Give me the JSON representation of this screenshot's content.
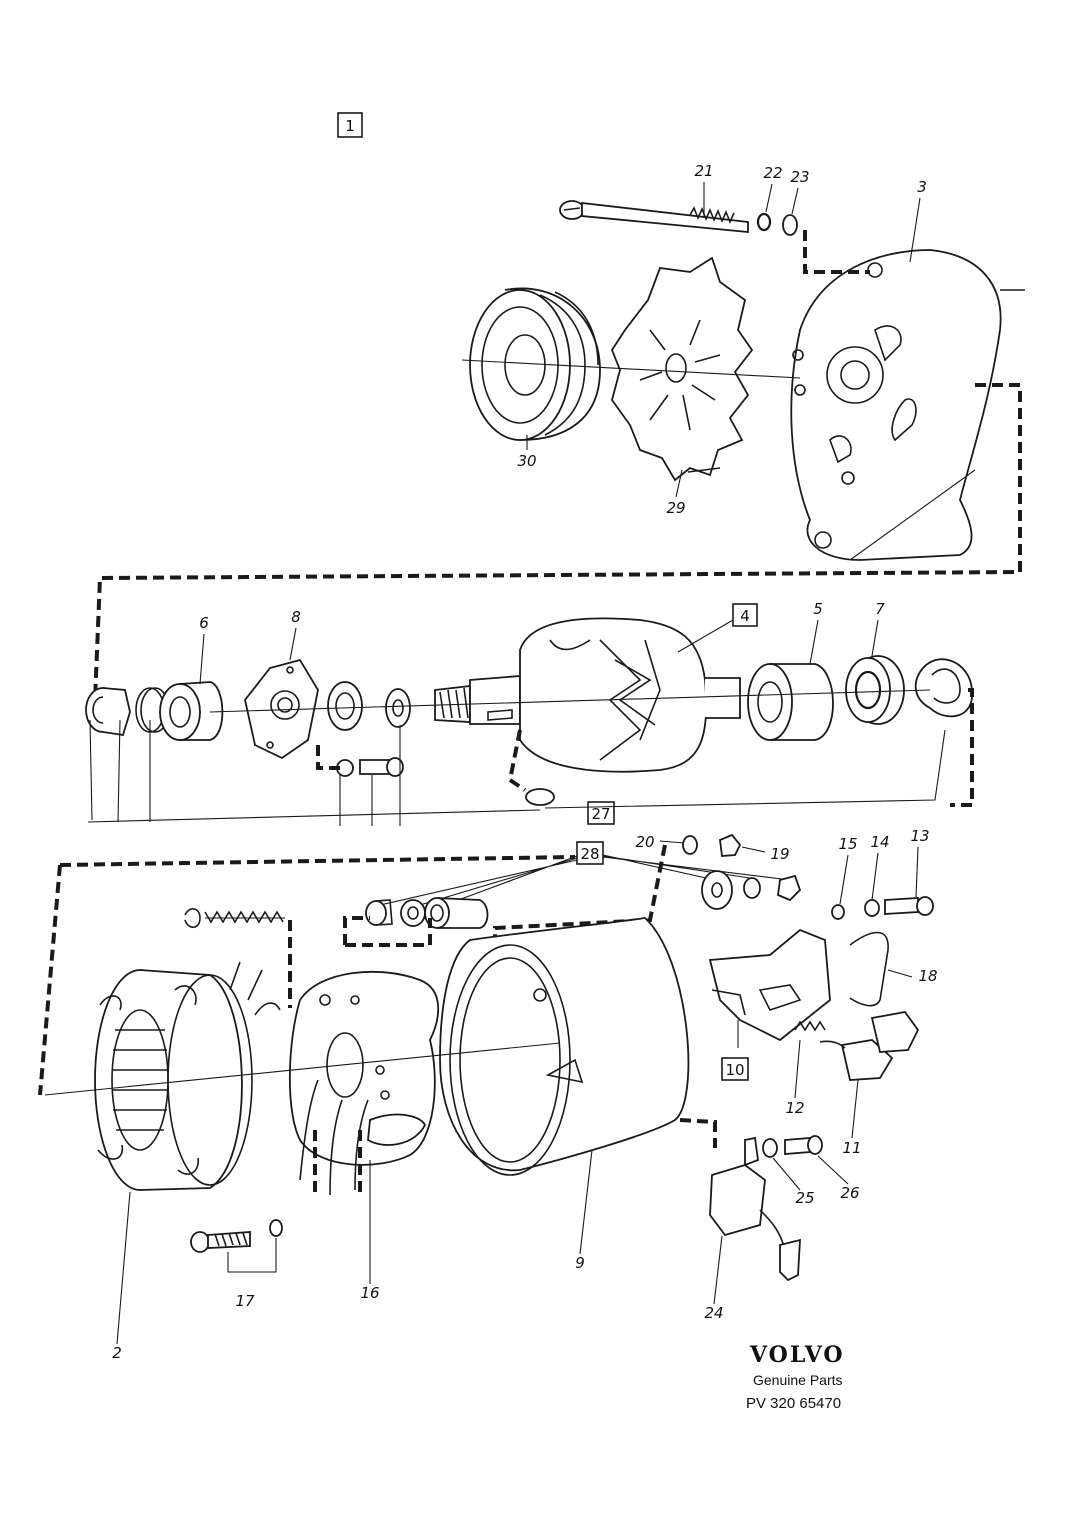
{
  "figure_label": "1",
  "callouts": {
    "c2": "2",
    "c3": "3",
    "c4": "4",
    "c5": "5",
    "c6": "6",
    "c7": "7",
    "c8": "8",
    "c9": "9",
    "c10": "10",
    "c11": "11",
    "c12": "12",
    "c13": "13",
    "c14": "14",
    "c15": "15",
    "c16": "16",
    "c17": "17",
    "c18": "18",
    "c19": "19",
    "c20": "20",
    "c21": "21",
    "c22": "22",
    "c23": "23",
    "c24": "24",
    "c25": "25",
    "c26": "26",
    "c27": "27",
    "c28": "28",
    "c29": "29",
    "c30": "30"
  },
  "footer": {
    "brand": "VOLVO",
    "subtitle": "Genuine Parts",
    "part_number": "PV 320 65470"
  }
}
